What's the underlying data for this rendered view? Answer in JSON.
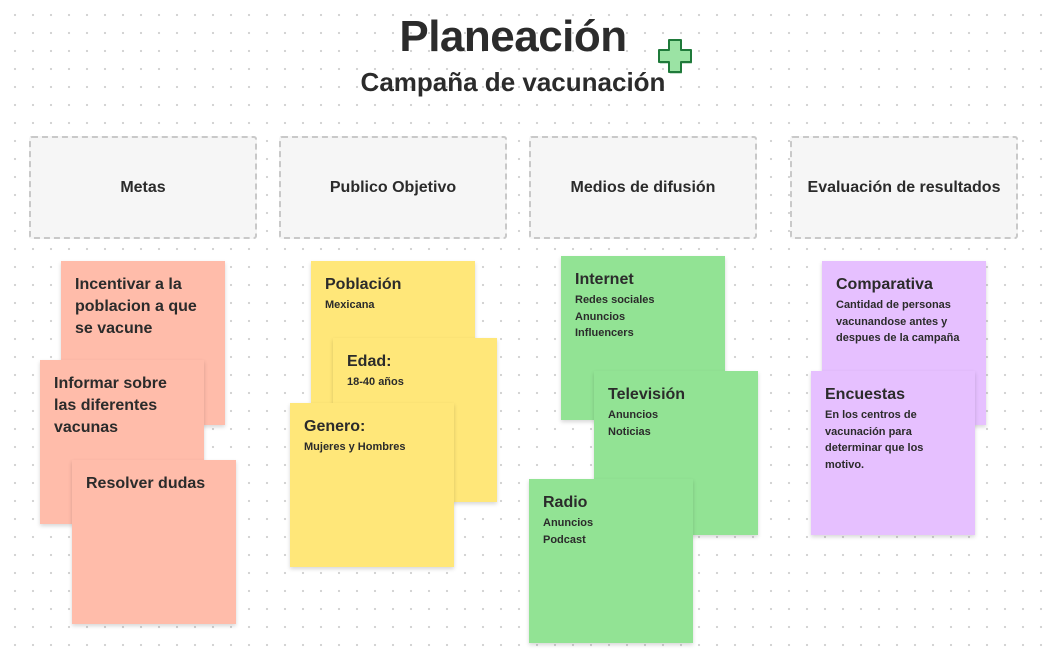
{
  "header": {
    "title": "Planeación",
    "subtitle": "Campaña de vacunación",
    "add_icon": "plus-icon"
  },
  "columns": [
    {
      "label": "Metas"
    },
    {
      "label": "Publico Objetivo"
    },
    {
      "label": "Medios de difusión"
    },
    {
      "label": "Evaluación de resultados"
    }
  ],
  "notes": {
    "metas_1": {
      "title_lines": [
        "Incentivar a la",
        "poblacion a que",
        "se vacune"
      ]
    },
    "metas_2": {
      "title_lines": [
        "Informar sobre",
        "las diferentes",
        "vacunas"
      ]
    },
    "metas_3": {
      "title_lines": [
        "Resolver dudas"
      ]
    },
    "publico_1": {
      "title": "Población",
      "body_lines": [
        "Mexicana"
      ]
    },
    "publico_2": {
      "title": "Edad:",
      "body_lines": [
        "18-40 años"
      ]
    },
    "publico_3": {
      "title": "Genero:",
      "body_lines": [
        "Mujeres y Hombres"
      ]
    },
    "medios_1": {
      "title": "Internet",
      "body_lines": [
        "Redes sociales",
        "Anuncios",
        "Influencers"
      ]
    },
    "medios_2": {
      "title": "Televisión",
      "body_lines": [
        "Anuncios",
        "Noticias"
      ]
    },
    "medios_3": {
      "title": "Radio",
      "body_lines": [
        "Anuncios",
        "Podcast"
      ]
    },
    "eval_1": {
      "title": "Comparativa",
      "body_lines": [
        "Cantidad de personas",
        "vacunandose antes y",
        "despues de la campaña"
      ]
    },
    "eval_2": {
      "title": "Encuestas",
      "body_lines": [
        "En los centros de",
        "vacunación para",
        "determinar que los",
        "motivo."
      ]
    }
  },
  "colors": {
    "metas": "#ffbcaa",
    "publico": "#ffe779",
    "medios": "#92e394",
    "evaluacion": "#e6c0ff",
    "plus_icon": "#9be3a4"
  }
}
